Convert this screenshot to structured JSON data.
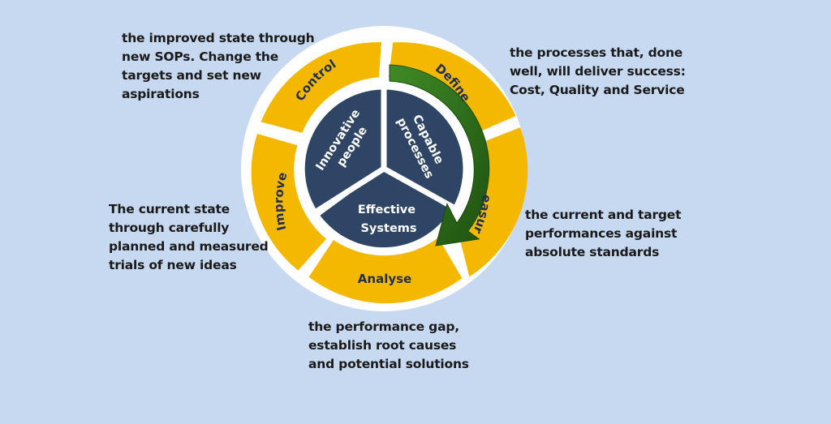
{
  "diagram": {
    "stages": {
      "define": "Define",
      "measure": "Measure",
      "analyse": "Analyse",
      "improve": "Improve",
      "control": "Control"
    },
    "core": {
      "people": [
        "Innovative",
        "people"
      ],
      "processes": [
        "Capable",
        "processes"
      ],
      "systems": [
        "Effective",
        "Systems"
      ]
    },
    "notes": {
      "control": [
        "the improved state through",
        "new SOPs. Change the",
        "targets and set new",
        "aspirations"
      ],
      "define": [
        "the processes that, done",
        "well, will deliver success:",
        "Cost, Quality and Service"
      ],
      "improve": [
        "The current state",
        "through carefully",
        "planned and measured",
        "trials of new ideas"
      ],
      "measure": [
        "the current and target",
        "performances against",
        "absolute standards"
      ],
      "analyse": [
        "the performance gap,",
        "establish root causes",
        "and potential solutions"
      ]
    },
    "colors": {
      "background": "#c6d9f1",
      "stage_fill": "#f5b800",
      "core_fill": "#2e4566",
      "arrow_fill": "#2f6e1c",
      "stage_text": "#1f3050",
      "core_text": "#ffffff",
      "note_text": "#1a1a1a"
    }
  }
}
